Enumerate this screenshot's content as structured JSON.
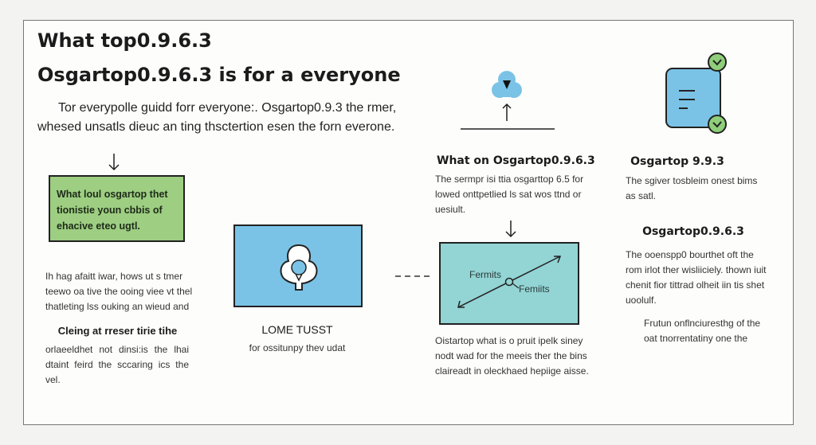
{
  "title": "What top0.9.6.3",
  "subtitle": "Osgartop0.9.6.3 is for a everyone",
  "intro": "Tor everypolle guidd forr everyone:. Osgartop0.9.3 the rmer, whesed unsatls dieuc an ting thsctertion esen the forn everone.",
  "left": {
    "green_box": "What loul osgartop thet tionistie youn cbbis of ehacive eteo ugtl.",
    "para1": "Ih hag afaitt iwar, hows ut s tmer teewo oa tive the ooing viee vt thel thatleting lss ouking an wieud and",
    "heading": "Cleing at rreser tirie tihe",
    "para2": "orlaeeldhet not dinsi:is the lhai dtaint feird the sccaring ics the vel."
  },
  "center": {
    "heading": "LOME TUSST",
    "caption": "for ossitunpy thev udat"
  },
  "middle": {
    "heading": "What on Osgartop0.9.6.3",
    "para1": "The sermpr isi ttia osgarttop 6.5 for lowed onttpetlied ls sat wos ttnd or uesiult.",
    "diagram_label_1": "Fermits",
    "diagram_label_2": "Femiits",
    "para2": "Oistartop what is o pruit ipelk siney nodt wad for the meeis ther the bins claireadt in oleckhaed hepiige aisse."
  },
  "right": {
    "heading1": "Osgartop 9.9.3",
    "para1": "The sgiver tosbleim onest bims as satl.",
    "heading2": "Osgartop0.9.6.3",
    "para2": "The ooenspp0 bourthet oft the rom irlot ther wisliiciely. thown iuit chenit fior tittrad olheit iin tis shet uoolulf.",
    "para3": "Frutun onflnciuresthg of the oat tnorrentatiny one the"
  },
  "colors": {
    "green": "#9dce82",
    "blue": "#7ac3e6",
    "teal": "#93d4d4",
    "check": "#8fce7a"
  }
}
